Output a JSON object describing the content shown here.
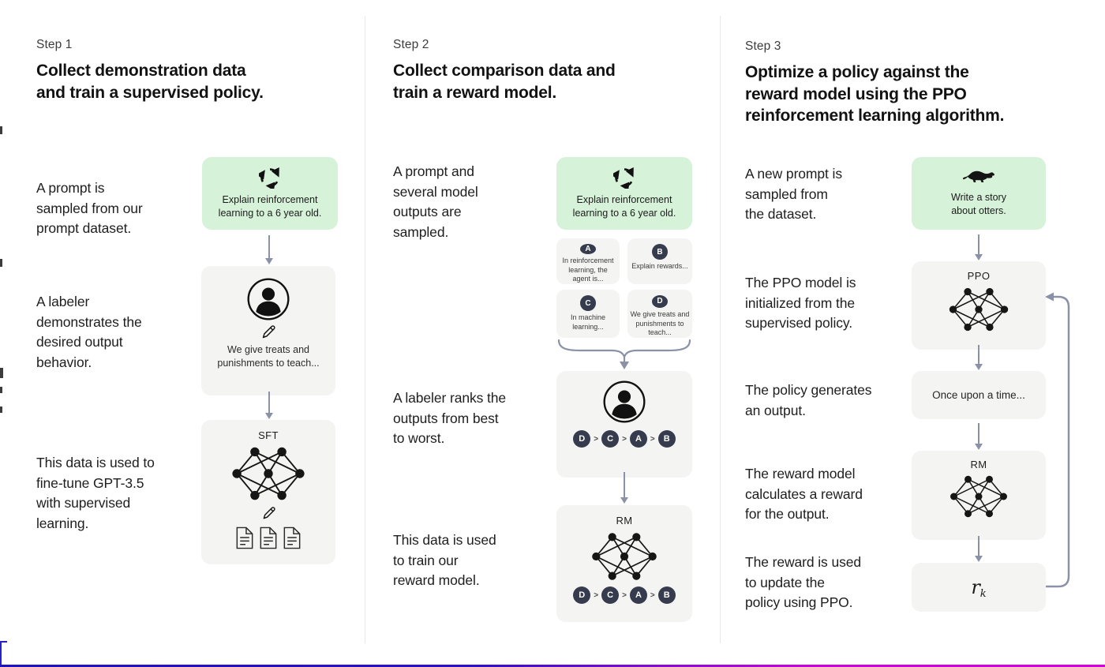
{
  "colors": {
    "prompt_box_green": "#d6f2d9",
    "panel_grey": "#f4f4f3",
    "badge_navy": "#363b4e",
    "arrow_grey": "#8b92a8",
    "divider_grey": "#e8e8e8",
    "bottom_bar_left_blue": "#1d15b5",
    "bottom_bar_right_magenta": "#cb08d4"
  },
  "step1": {
    "label": "Step 1",
    "title": "Collect demonstration data\nand train a supervised policy.",
    "caption_prompt": "A prompt is\nsampled from our\nprompt dataset.",
    "caption_labeler": "A labeler\ndemonstrates the\ndesired output\nbehavior.",
    "caption_finetune": "This data is used to\nfine-tune GPT-3.5\nwith supervised\nlearning.",
    "prompt_box": {
      "icon": "cycle-icon",
      "text": "Explain reinforcement\nlearning to a 6 year old."
    },
    "labeler_box": {
      "icons": [
        "person-icon",
        "pencil-icon"
      ],
      "text": "We give treats and\npunishments to teach..."
    },
    "sft_box": {
      "label": "SFT",
      "icons": [
        "neural-network-icon",
        "pencil-icon",
        "documents-icon"
      ]
    }
  },
  "step2": {
    "label": "Step 2",
    "title": "Collect comparison data and\ntrain a reward model.",
    "caption_sampled": "A prompt and\nseveral model\noutputs are\nsampled.",
    "caption_ranks": "A labeler ranks the\noutputs from best\nto worst.",
    "caption_train": "This data is used\nto train our\nreward model.",
    "prompt_box": {
      "icon": "cycle-icon",
      "text": "Explain reinforcement\nlearning to a 6 year old."
    },
    "answers": [
      {
        "badge": "A",
        "text": "In reinforcement\nlearning, the\nagent is..."
      },
      {
        "badge": "B",
        "text": "Explain rewards..."
      },
      {
        "badge": "C",
        "text": "In machine\nlearning..."
      },
      {
        "badge": "D",
        "text": "We give treats and\npunishments to\nteach..."
      }
    ],
    "ranking": {
      "order": [
        "D",
        "C",
        "A",
        "B"
      ],
      "separator": ">"
    },
    "labeler_box": {
      "icon": "person-icon"
    },
    "rm_box": {
      "label": "RM",
      "icon": "neural-network-icon"
    }
  },
  "step3": {
    "label": "Step 3",
    "title": "Optimize a policy against the\nreward model using the PPO\nreinforcement learning algorithm.",
    "caption_new_prompt": "A new prompt is\nsampled from\nthe dataset.",
    "caption_ppo_init": "The PPO model is\ninitialized from the\nsupervised policy.",
    "caption_generates": "The policy generates\nan output.",
    "caption_reward_calc": "The reward model\ncalculates a reward\nfor the output.",
    "caption_reward_update": "The reward is used\nto update the\npolicy using PPO.",
    "prompt_box": {
      "icon": "otter-icon",
      "text": "Write a story\nabout otters."
    },
    "ppo_box": {
      "label": "PPO",
      "icon": "neural-network-icon"
    },
    "output_box": {
      "text": "Once upon a time..."
    },
    "rm_box": {
      "label": "RM",
      "icon": "neural-network-icon"
    },
    "reward_box": {
      "label": "r",
      "subscript": "k"
    }
  }
}
